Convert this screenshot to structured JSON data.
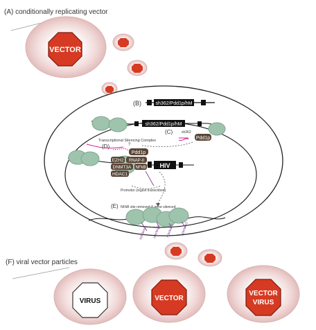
{
  "labels": {
    "a": "(A) conditionally replicating vector",
    "b": "(B)",
    "c": "(C)",
    "d": "(D)",
    "e": "(E)",
    "f": "(F) viral vector particles"
  },
  "constructs": {
    "b_label": "sh362/Pdd1p/hM",
    "c_label": "sh362/Pdd1p/hM",
    "shsi_label": "sh362",
    "pdd1p_c": "Pdd1p",
    "hiv": "HIV"
  },
  "complex": {
    "title": "Transcriptional Silencing Complex",
    "question": "?",
    "pdd1p": "Pdd1p",
    "ezh2": "EZH2",
    "rnap2": "RNAP-II",
    "dnmt3a": "DNMT3A",
    "nfkb": "NFkB",
    "hdac1": "HDAC1",
    "promotor": "Promotor (region transcribed)"
  },
  "silencing": {
    "caption": "NFkB site removed & gene silenced",
    "marks": [
      "H3K9me3",
      "H3K9me3",
      "H3K9me3",
      "H3K9me3"
    ]
  },
  "particles": {
    "vector": "VECTOR",
    "virus": "VIRUS",
    "vector_virus_top": "VECTOR",
    "vector_virus_bottom": "VIRUS"
  },
  "colors": {
    "cell": "#ecd0cf",
    "nucleosome": "#9fc4ad",
    "protein": "#5a4637",
    "octagon": "#d63a22",
    "rna": "#d61f8f"
  }
}
